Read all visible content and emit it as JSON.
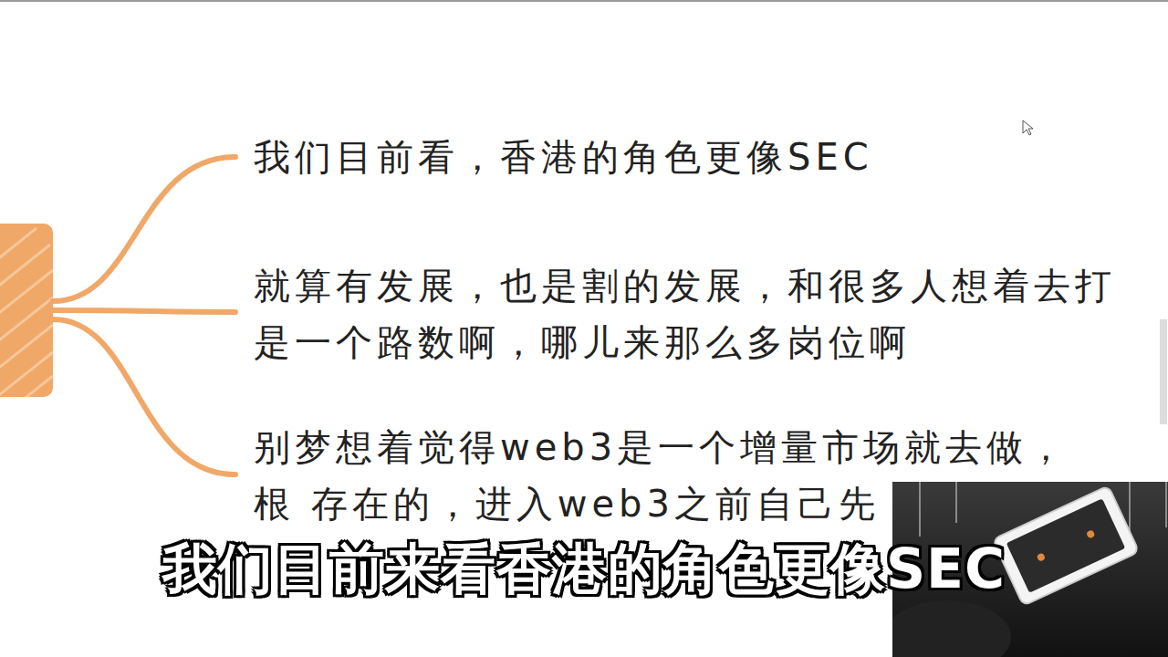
{
  "diagram": {
    "labels": [
      "我们目前看，香港的角色更像SEC",
      "就算有发展，也是割的发展，和很多人想着去打 是一个路数啊，哪儿来那么多岗位啊",
      "别梦想着觉得web3是一个增量市场就去做，根 存在的，进入web3之前自己先",
      "我们目前来看香港的角色更像SEC"
    ]
  }
}
